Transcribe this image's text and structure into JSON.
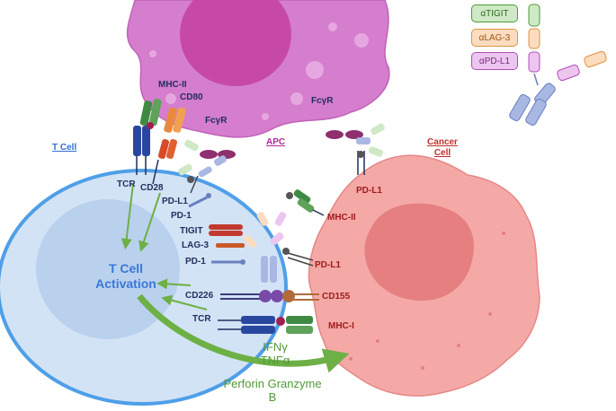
{
  "labels": {
    "t_cell": "T Cell",
    "apc": "APC",
    "cancer_cell": "Cancer Cell",
    "t_cell_activation": "T Cell Activation",
    "mhc_ii_apc": "MHC-II",
    "cd80": "CD80",
    "fcgr_left": "FcγR",
    "fcgr_right": "FcγR",
    "tcr_top": "TCR",
    "cd28": "CD28",
    "pd_l1_apc": "PD-L1",
    "pd_1_top": "PD-1",
    "tigit": "TIGIT",
    "lag_3": "LAG-3",
    "pd_1_mid": "PD-1",
    "cd226": "CD226",
    "tcr_bottom": "TCR",
    "pd_l1_cancer_top": "PD-L1",
    "mhc_ii_cancer": "MHC-II",
    "pd_l1_cancer_mid": "PD-L1",
    "cd155": "CD155",
    "mhc_i": "MHC-I",
    "cytokines": "IFNγ TNFα",
    "effectors": "Perforin Granzyme B"
  },
  "legend": {
    "items": [
      {
        "label": "αTIGIT",
        "color": "#4f9a36",
        "fill": "#cfe9c6"
      },
      {
        "label": "αLAG-3",
        "color": "#e0923d",
        "fill": "#fbdcbf"
      },
      {
        "label": "αPD-L1",
        "color": "#b04fb8",
        "fill": "#ecc6ef"
      }
    ]
  },
  "colors": {
    "t_cell_outer": "#d3e3f6",
    "t_cell_border": "#4f9fe8",
    "t_cell_nucleus": "#b9d1ed",
    "apc": "#d57ecd",
    "apc_nucleus": "#c64aa5",
    "cancer": "#f4a9a7",
    "cancer_nucleus": "#e57f80",
    "arrow_green": "#6db045"
  }
}
